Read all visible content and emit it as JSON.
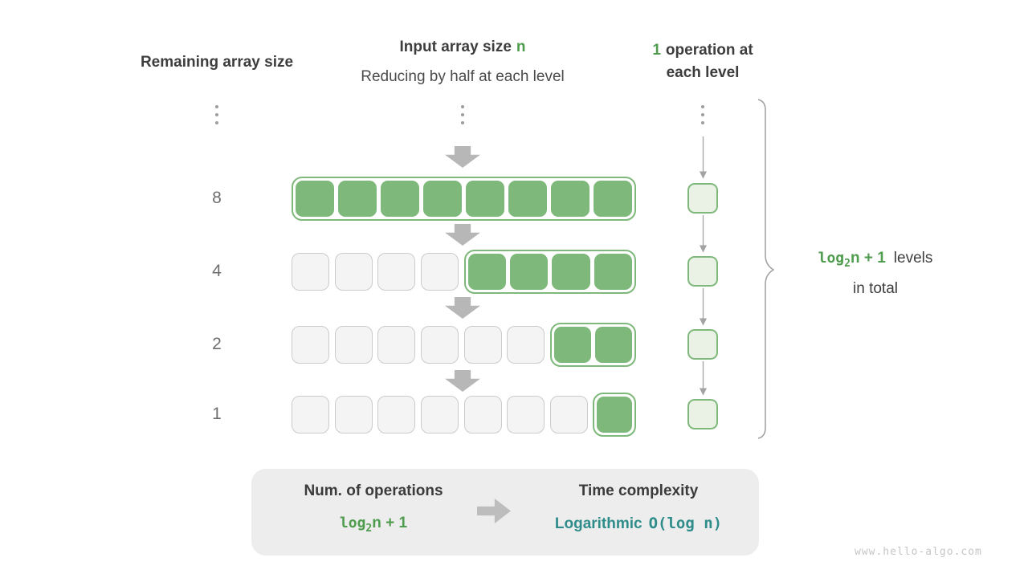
{
  "headers": {
    "left": "Remaining array size",
    "center_title": "Input array size",
    "center_title_highlight": "n",
    "center_subtitle": "Reducing by half at each level",
    "right_highlight": "1",
    "right_line1_rest": "operation at",
    "right_line2": "each level"
  },
  "diagram": {
    "total_cells": 8,
    "rows": [
      {
        "remaining": "8",
        "gray": 0,
        "green": 8
      },
      {
        "remaining": "4",
        "gray": 4,
        "green": 4
      },
      {
        "remaining": "2",
        "gray": 6,
        "green": 2
      },
      {
        "remaining": "1",
        "gray": 7,
        "green": 1
      }
    ],
    "operations_per_level": 1
  },
  "brace_label": {
    "formula_log": "log",
    "formula_sub": "2",
    "formula_rest": "n + 1",
    "line1_rest": "levels",
    "line2": "in total"
  },
  "summary": {
    "left_title": "Num. of operations",
    "left_formula_log": "log",
    "left_formula_sub": "2",
    "left_formula_rest": "n + 1",
    "right_title": "Time complexity",
    "right_value_name": "Logarithmic",
    "right_value_code": "O(log n)"
  },
  "watermark": "www.hello-algo.com",
  "colors": {
    "green_fill": "#7eb87a",
    "green_text": "#4f9c4e",
    "light_green_fill": "#e9f2e5",
    "gray_cell_fill": "#f4f4f4",
    "gray_cell_border": "#cbcbcb",
    "teal_text": "#2e8c8a",
    "arrow_gray": "#b7b7b7",
    "card_bg": "#ededed"
  }
}
